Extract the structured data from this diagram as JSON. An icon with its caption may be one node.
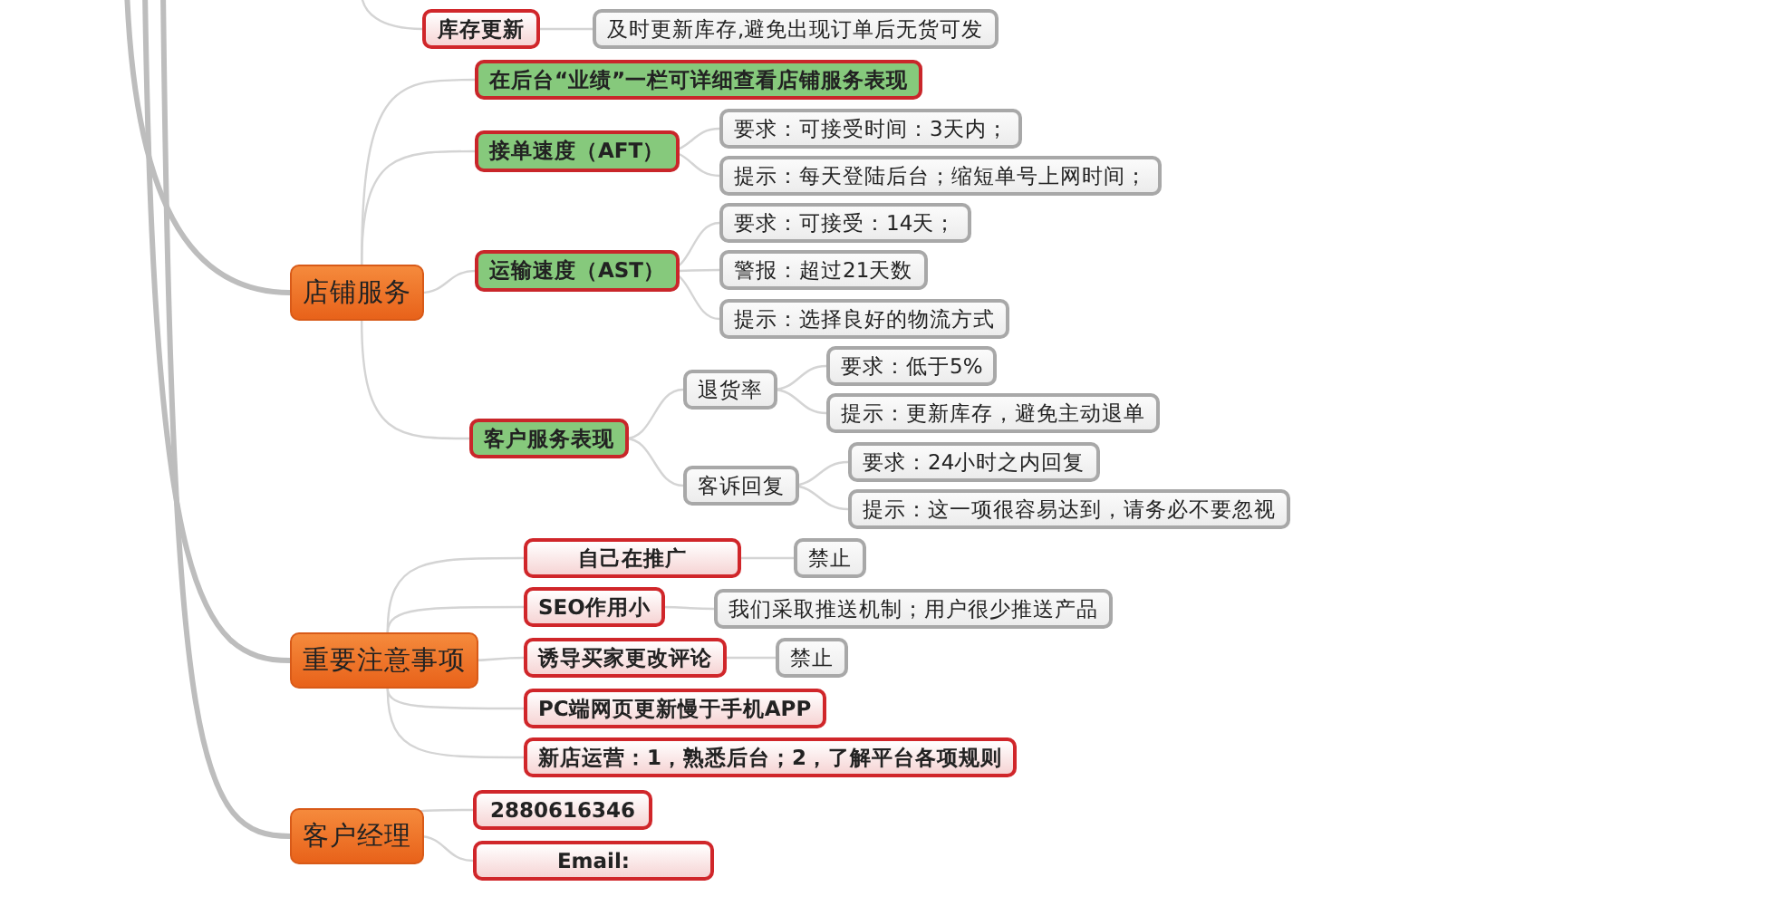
{
  "diagram": {
    "nodes": [
      {
        "text": [
          "库存更新"
        ]
      },
      {
        "text": [
          "及时更新库存,避免出现订单后无货可发"
        ]
      },
      {
        "text": [
          "店铺服务"
        ]
      },
      {
        "text": [
          "在后台“业绩”一栏可详细查看店铺服务表现"
        ]
      },
      {
        "text": [
          "接单速度（AFT）"
        ]
      },
      {
        "text": [
          "要求：可接受时间：3天内；"
        ]
      },
      {
        "text": [
          "提示：每天登陆后台；缩短单号上网时间；"
        ]
      },
      {
        "text": [
          "运输速度（AST）"
        ]
      },
      {
        "text": [
          "要求：可接受：14天；"
        ]
      },
      {
        "text": [
          "警报：超过21天数"
        ]
      },
      {
        "text": [
          "提示：选择良好的物流方式"
        ]
      },
      {
        "text": [
          "客户服务表现"
        ]
      },
      {
        "text": [
          "退货率"
        ]
      },
      {
        "text": [
          "要求：低于5%"
        ]
      },
      {
        "text": [
          "提示：更新库存，避免主动退单"
        ]
      },
      {
        "text": [
          "客诉回复"
        ]
      },
      {
        "text": [
          "要求：24小时之内回复"
        ]
      },
      {
        "text": [
          "提示：这一项很容易达到，请务必不要忽视"
        ]
      },
      {
        "text": [
          "重要注意事项"
        ]
      },
      {
        "text": [
          "自己在推广"
        ]
      },
      {
        "text": [
          "禁止"
        ]
      },
      {
        "text": [
          "SEO作用小"
        ]
      },
      {
        "text": [
          "我们采取推送机制；用户很少推送产品"
        ]
      },
      {
        "text": [
          "诱导买家更改评论"
        ]
      },
      {
        "text": [
          "禁止"
        ]
      },
      {
        "text": [
          "PC端网页更新慢于手机APP"
        ]
      },
      {
        "text": [
          "新店运营：1，熟悉后台；2，了解平台各项规则"
        ]
      },
      {
        "text": [
          "客户经理"
        ]
      },
      {
        "text": [
          "2880616346"
        ]
      },
      {
        "text": [
          "Email:"
        ]
      }
    ],
    "edges": [
      {
        "from": null,
        "to": 0,
        "arrow": "none"
      },
      {
        "from": 0,
        "to": 1,
        "arrow": "none"
      },
      {
        "from": null,
        "to": 2,
        "arrow": "none",
        "style": "thick"
      },
      {
        "from": 2,
        "to": 3,
        "arrow": "none"
      },
      {
        "from": 2,
        "to": 4,
        "arrow": "none"
      },
      {
        "from": 4,
        "to": 5,
        "arrow": "none"
      },
      {
        "from": 4,
        "to": 6,
        "arrow": "none"
      },
      {
        "from": 2,
        "to": 7,
        "arrow": "none"
      },
      {
        "from": 7,
        "to": 8,
        "arrow": "none"
      },
      {
        "from": 7,
        "to": 9,
        "arrow": "none"
      },
      {
        "from": 7,
        "to": 10,
        "arrow": "none"
      },
      {
        "from": 2,
        "to": 11,
        "arrow": "none"
      },
      {
        "from": 11,
        "to": 12,
        "arrow": "none"
      },
      {
        "from": 12,
        "to": 13,
        "arrow": "none"
      },
      {
        "from": 12,
        "to": 14,
        "arrow": "none"
      },
      {
        "from": 11,
        "to": 15,
        "arrow": "none"
      },
      {
        "from": 15,
        "to": 16,
        "arrow": "none"
      },
      {
        "from": 15,
        "to": 17,
        "arrow": "none"
      },
      {
        "from": null,
        "to": 18,
        "arrow": "none",
        "style": "thick"
      },
      {
        "from": 18,
        "to": 19,
        "arrow": "none"
      },
      {
        "from": 19,
        "to": 20,
        "arrow": "none"
      },
      {
        "from": 18,
        "to": 21,
        "arrow": "none"
      },
      {
        "from": 21,
        "to": 22,
        "arrow": "none"
      },
      {
        "from": 18,
        "to": 23,
        "arrow": "none"
      },
      {
        "from": 23,
        "to": 24,
        "arrow": "none"
      },
      {
        "from": 18,
        "to": 25,
        "arrow": "none"
      },
      {
        "from": 18,
        "to": 26,
        "arrow": "none"
      },
      {
        "from": null,
        "to": 27,
        "arrow": "none",
        "style": "thick"
      },
      {
        "from": 27,
        "to": 28,
        "arrow": "none"
      },
      {
        "from": 27,
        "to": 29,
        "arrow": "none"
      }
    ]
  }
}
